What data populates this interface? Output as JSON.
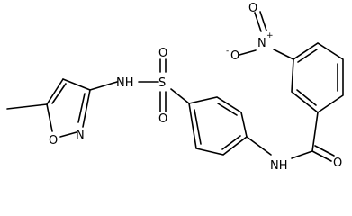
{
  "structure": {
    "atoms": {
      "nh_sulfonamide": "NH",
      "sulfur": "S",
      "sulfonyl_o_top": "O",
      "sulfonyl_o_bottom": "O",
      "isoxazole_n": "N",
      "isoxazole_o": "O",
      "nh_amide": "NH",
      "carbonyl_o": "O",
      "nitro_n": "N",
      "nitro_n_charge": "+",
      "nitro_o_minus": "O",
      "nitro_o_minus_charge": "-",
      "nitro_o_double": "O"
    }
  }
}
